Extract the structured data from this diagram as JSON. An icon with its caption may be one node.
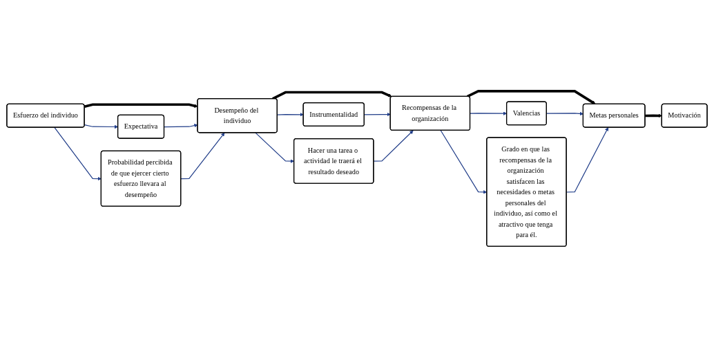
{
  "diagram": {
    "nodes": [
      {
        "text": [
          "Esfuerzo del individuo"
        ]
      },
      {
        "text": [
          "Expectativa"
        ]
      },
      {
        "text": [
          "Probabilidad percibida de que ejercer cierto esfuerzo llevara al desempeño"
        ]
      },
      {
        "text": [
          "Desempeño del individuo"
        ]
      },
      {
        "text": [
          "Instrumentalidad"
        ]
      },
      {
        "text": [
          "Hacer una tarea o actividad le traerá el resultado deseado"
        ]
      },
      {
        "text": [
          "Recompensas de la organización"
        ]
      },
      {
        "text": [
          "Valencias"
        ]
      },
      {
        "text": [
          "Grado en que las recompensas de la organización satisfacen las necesidades o metas personales del individuo, así como el atractivo que tenga para él."
        ]
      },
      {
        "text": [
          "Metas personales"
        ]
      },
      {
        "text": [
          "Motivación"
        ]
      }
    ],
    "edges": [
      {
        "from": 0,
        "to": 3,
        "arrow": "to",
        "style": "thick",
        "color": "#000000"
      },
      {
        "from": 3,
        "to": 6,
        "arrow": "to",
        "style": "thick",
        "color": "#000000"
      },
      {
        "from": 6,
        "to": 9,
        "arrow": "to",
        "style": "thick",
        "color": "#000000"
      },
      {
        "from": 9,
        "to": 10,
        "arrow": "to",
        "style": "thick",
        "color": "#000000"
      },
      {
        "from": 0,
        "to": 1,
        "arrow": "to"
      },
      {
        "from": 1,
        "to": 3,
        "arrow": "to"
      },
      {
        "from": 0,
        "to": 2,
        "arrow": "to"
      },
      {
        "from": 2,
        "to": 3,
        "arrow": "to"
      },
      {
        "from": 3,
        "to": 4,
        "arrow": "to"
      },
      {
        "from": 4,
        "to": 6,
        "arrow": "to"
      },
      {
        "from": 3,
        "to": 5,
        "arrow": "to"
      },
      {
        "from": 5,
        "to": 6,
        "arrow": "to"
      },
      {
        "from": 6,
        "to": 7,
        "arrow": "to"
      },
      {
        "from": 7,
        "to": 9,
        "arrow": "to"
      },
      {
        "from": 6,
        "to": 8,
        "arrow": "to"
      },
      {
        "from": 8,
        "to": 9,
        "arrow": "to"
      }
    ]
  }
}
